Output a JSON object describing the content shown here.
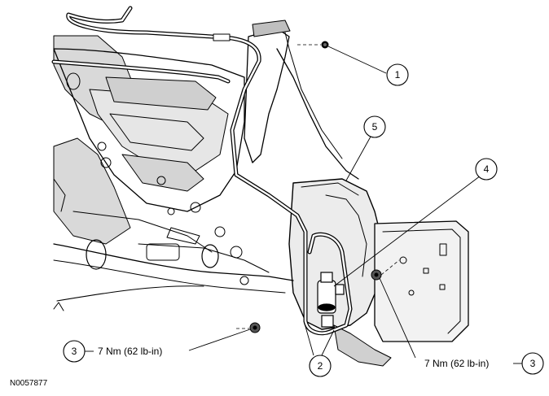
{
  "diagram": {
    "reference_id": "N0057877",
    "callouts": [
      {
        "number": "1"
      },
      {
        "number": "2"
      },
      {
        "number": "3",
        "torque": "7 Nm (62 lb-in)"
      },
      {
        "number": "3",
        "torque": "7 Nm (62 lb-in)"
      },
      {
        "number": "4"
      },
      {
        "number": "5"
      }
    ]
  }
}
